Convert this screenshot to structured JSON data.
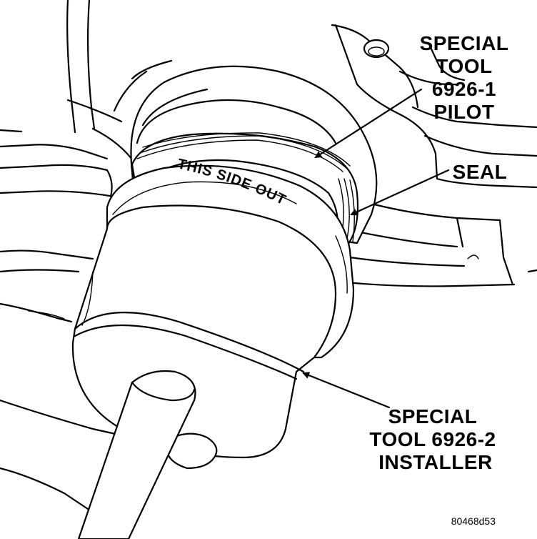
{
  "labels": {
    "pilot": [
      "SPECIAL",
      "TOOL",
      "6926-1",
      "PILOT"
    ],
    "seal": "SEAL",
    "installer": [
      "SPECIAL",
      "TOOL 6926-2",
      "INSTALLER"
    ]
  },
  "ring_text": "THIS SIDE OUT",
  "figure_id": "80468d53"
}
